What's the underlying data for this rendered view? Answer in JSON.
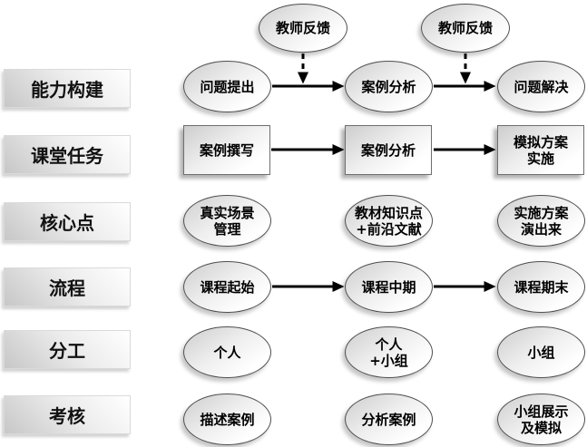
{
  "diagram": {
    "feedback": {
      "label": "教师反馈"
    },
    "rows": [
      {
        "label": "能力构建",
        "items": [
          "问题提出",
          "案例分析",
          "问题解决"
        ]
      },
      {
        "label": "课堂任务",
        "items": [
          "案例撰写",
          "案例分析",
          "模拟方案\n实施"
        ]
      },
      {
        "label": "核心点",
        "items": [
          "真实场景\n管理",
          "教材知识点\n+前沿文献",
          "实施方案\n演出来"
        ]
      },
      {
        "label": "流程",
        "items": [
          "课程起始",
          "课程中期",
          "课程期末"
        ]
      },
      {
        "label": "分工",
        "items": [
          "个人",
          "个人\n+小组",
          "小组"
        ]
      },
      {
        "label": "考核",
        "items": [
          "描述案例",
          "分析案例",
          "小组展示\n及模拟"
        ]
      }
    ]
  }
}
